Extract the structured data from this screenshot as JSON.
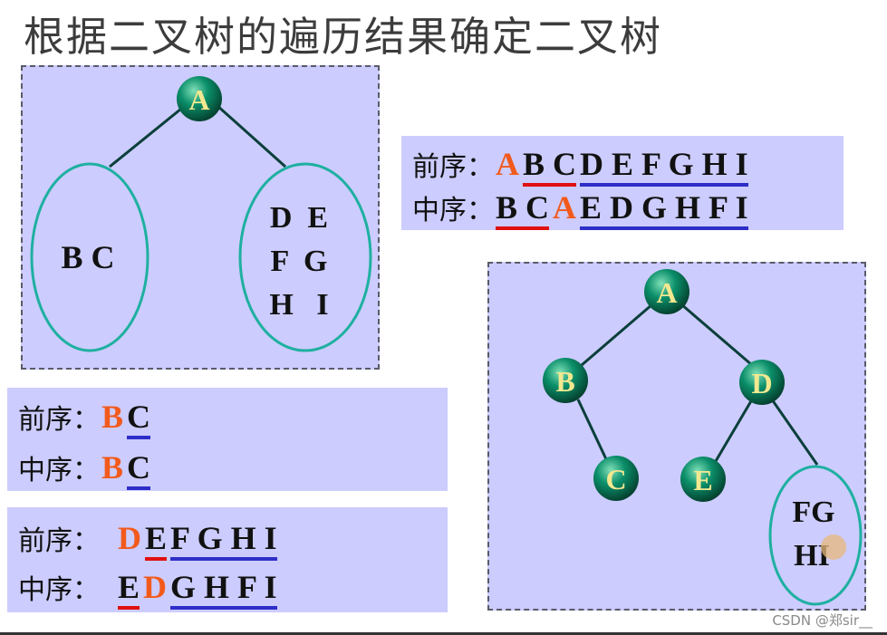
{
  "title": "根据二叉树的遍历结果确定二叉树",
  "colors": {
    "panel": "#ccccff",
    "node_fill": "#0b8f6a",
    "node_text": "#f2e890",
    "ellipse": "#1fb0a0",
    "root_letter": "#f25a1c",
    "underline_red": "#e01010",
    "underline_blue": "#2e2ec8"
  },
  "left_tree": {
    "root": "A",
    "left_subtree": "B C",
    "right_subtree": [
      "D  E",
      "F  G",
      "H   I"
    ]
  },
  "sequences_top": {
    "preorder_label": "前序：",
    "preorder": {
      "root": "A",
      "left": "B C",
      "right": "D E F G H I"
    },
    "inorder_label": "中序：",
    "inorder": {
      "left": "B C",
      "root": "A",
      "right": "E D G H F I"
    }
  },
  "sequences_bc": {
    "preorder_label": "前序：",
    "preorder": {
      "root": "B",
      "right": "C"
    },
    "inorder_label": "中序：",
    "inorder": {
      "root": "B",
      "right": "C"
    }
  },
  "sequences_d": {
    "preorder_label": "前序：",
    "preorder": {
      "root": "D",
      "left": "E",
      "right": "F G H I"
    },
    "inorder_label": "中序：",
    "inorder": {
      "left": "E",
      "root": "D",
      "right": "G H F I"
    }
  },
  "right_tree": {
    "nodes": [
      "A",
      "B",
      "D",
      "C",
      "E"
    ],
    "subtree_lines": [
      "FG",
      "HI"
    ]
  },
  "watermark": "CSDN @郑sir__"
}
